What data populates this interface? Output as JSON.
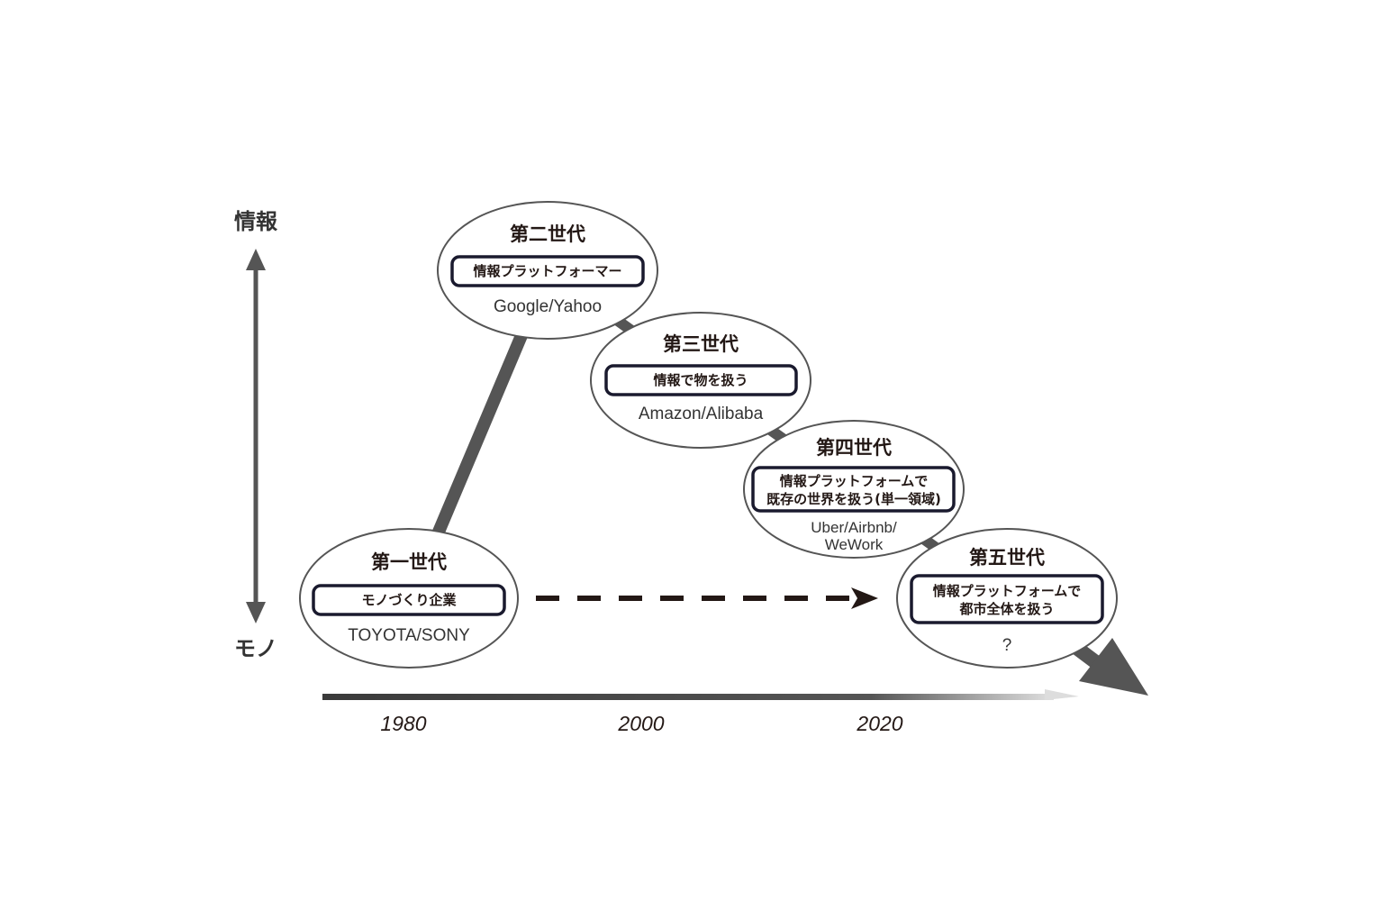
{
  "axis": {
    "top_label": "情報",
    "bottom_label": "モノ"
  },
  "timeline": {
    "years": [
      "1980",
      "2000",
      "2020"
    ]
  },
  "generations": [
    {
      "title": "第一世代",
      "box": [
        "モノづくり企業"
      ],
      "examples": [
        "TOYOTA/SONY"
      ]
    },
    {
      "title": "第二世代",
      "box": [
        "情報プラットフォーマー"
      ],
      "examples": [
        "Google/Yahoo"
      ]
    },
    {
      "title": "第三世代",
      "box": [
        "情報で物を扱う"
      ],
      "examples": [
        "Amazon/Alibaba"
      ]
    },
    {
      "title": "第四世代",
      "box": [
        "情報プラットフォームで",
        "既存の世界を扱う(単一領域)"
      ],
      "examples": [
        "Uber/Airbnb/",
        "WeWork"
      ]
    },
    {
      "title": "第五世代",
      "box": [
        "情報プラットフォームで",
        "都市全体を扱う"
      ],
      "examples": [
        "?"
      ]
    }
  ],
  "colors": {
    "line": "#555555",
    "text": "#231815",
    "box_border": "#1a1a2e"
  }
}
